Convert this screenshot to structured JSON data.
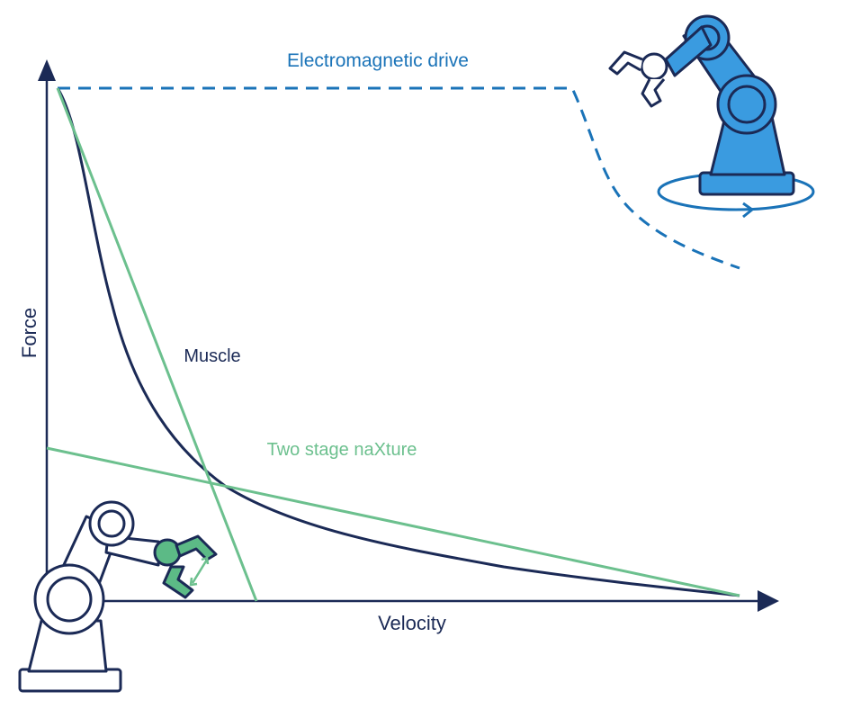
{
  "axes": {
    "x_label": "Velocity",
    "y_label": "Force"
  },
  "curves": {
    "electromagnetic": "Electromagnetic drive",
    "muscle": "Muscle",
    "naxture": "Two stage naXture"
  },
  "colors": {
    "navy": "#1b2a56",
    "blue": "#1a73b8",
    "robot_blue": "#3a9be0",
    "green": "#6cc08e",
    "green_fill": "#5cba86"
  },
  "icons": [
    "robot-arm-blue-icon",
    "robot-arm-navy-icon",
    "rotation-arrow-icon",
    "grip-arrow-icon"
  ]
}
